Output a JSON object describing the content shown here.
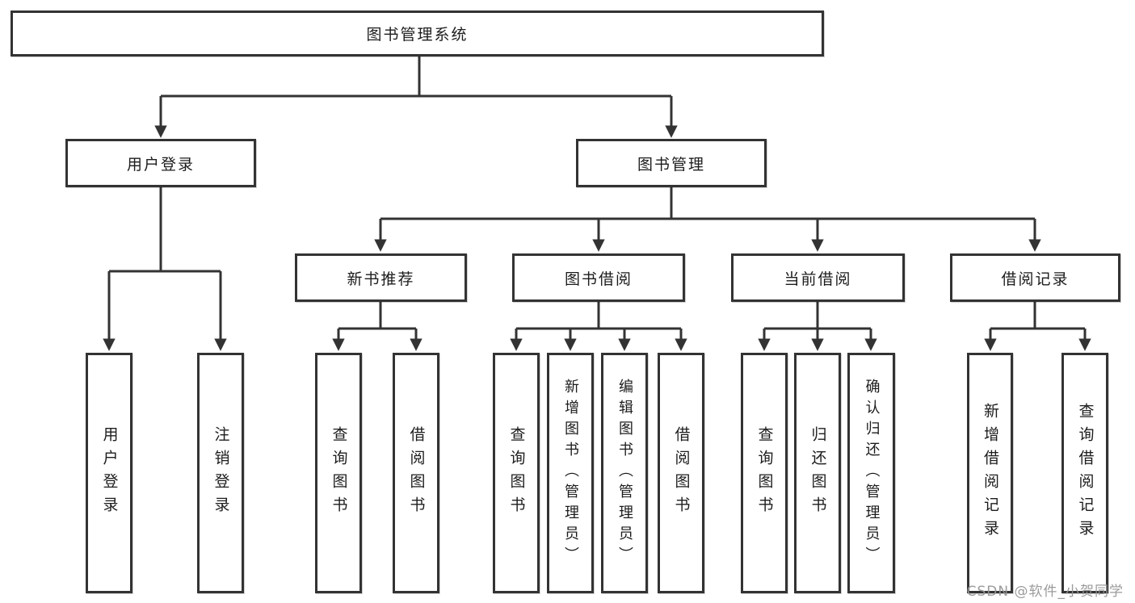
{
  "tree": {
    "label": "图书管理系统",
    "children": [
      {
        "label": "用户登录",
        "children": [
          {
            "label": "用户登录"
          },
          {
            "label": "注销登录"
          }
        ]
      },
      {
        "label": "图书管理",
        "children": [
          {
            "label": "新书推荐",
            "children": [
              {
                "label": "查询图书"
              },
              {
                "label": "借阅图书"
              }
            ]
          },
          {
            "label": "图书借阅",
            "children": [
              {
                "label": "查询图书"
              },
              {
                "label": "新增图书（管理员）"
              },
              {
                "label": "编辑图书（管理员）"
              },
              {
                "label": "借阅图书"
              }
            ]
          },
          {
            "label": "当前借阅",
            "children": [
              {
                "label": "查询图书"
              },
              {
                "label": "归还图书"
              },
              {
                "label": "确认归还（管理员）"
              }
            ]
          },
          {
            "label": "借阅记录",
            "children": [
              {
                "label": "新增借阅记录"
              },
              {
                "label": "查询借阅记录"
              }
            ]
          }
        ]
      }
    ]
  },
  "colors": {
    "line": "#333333",
    "box_border": "#333333",
    "text": "#1c1c1c",
    "watermark": "#969696"
  },
  "watermark": "CSDN @软件_小贺同学"
}
